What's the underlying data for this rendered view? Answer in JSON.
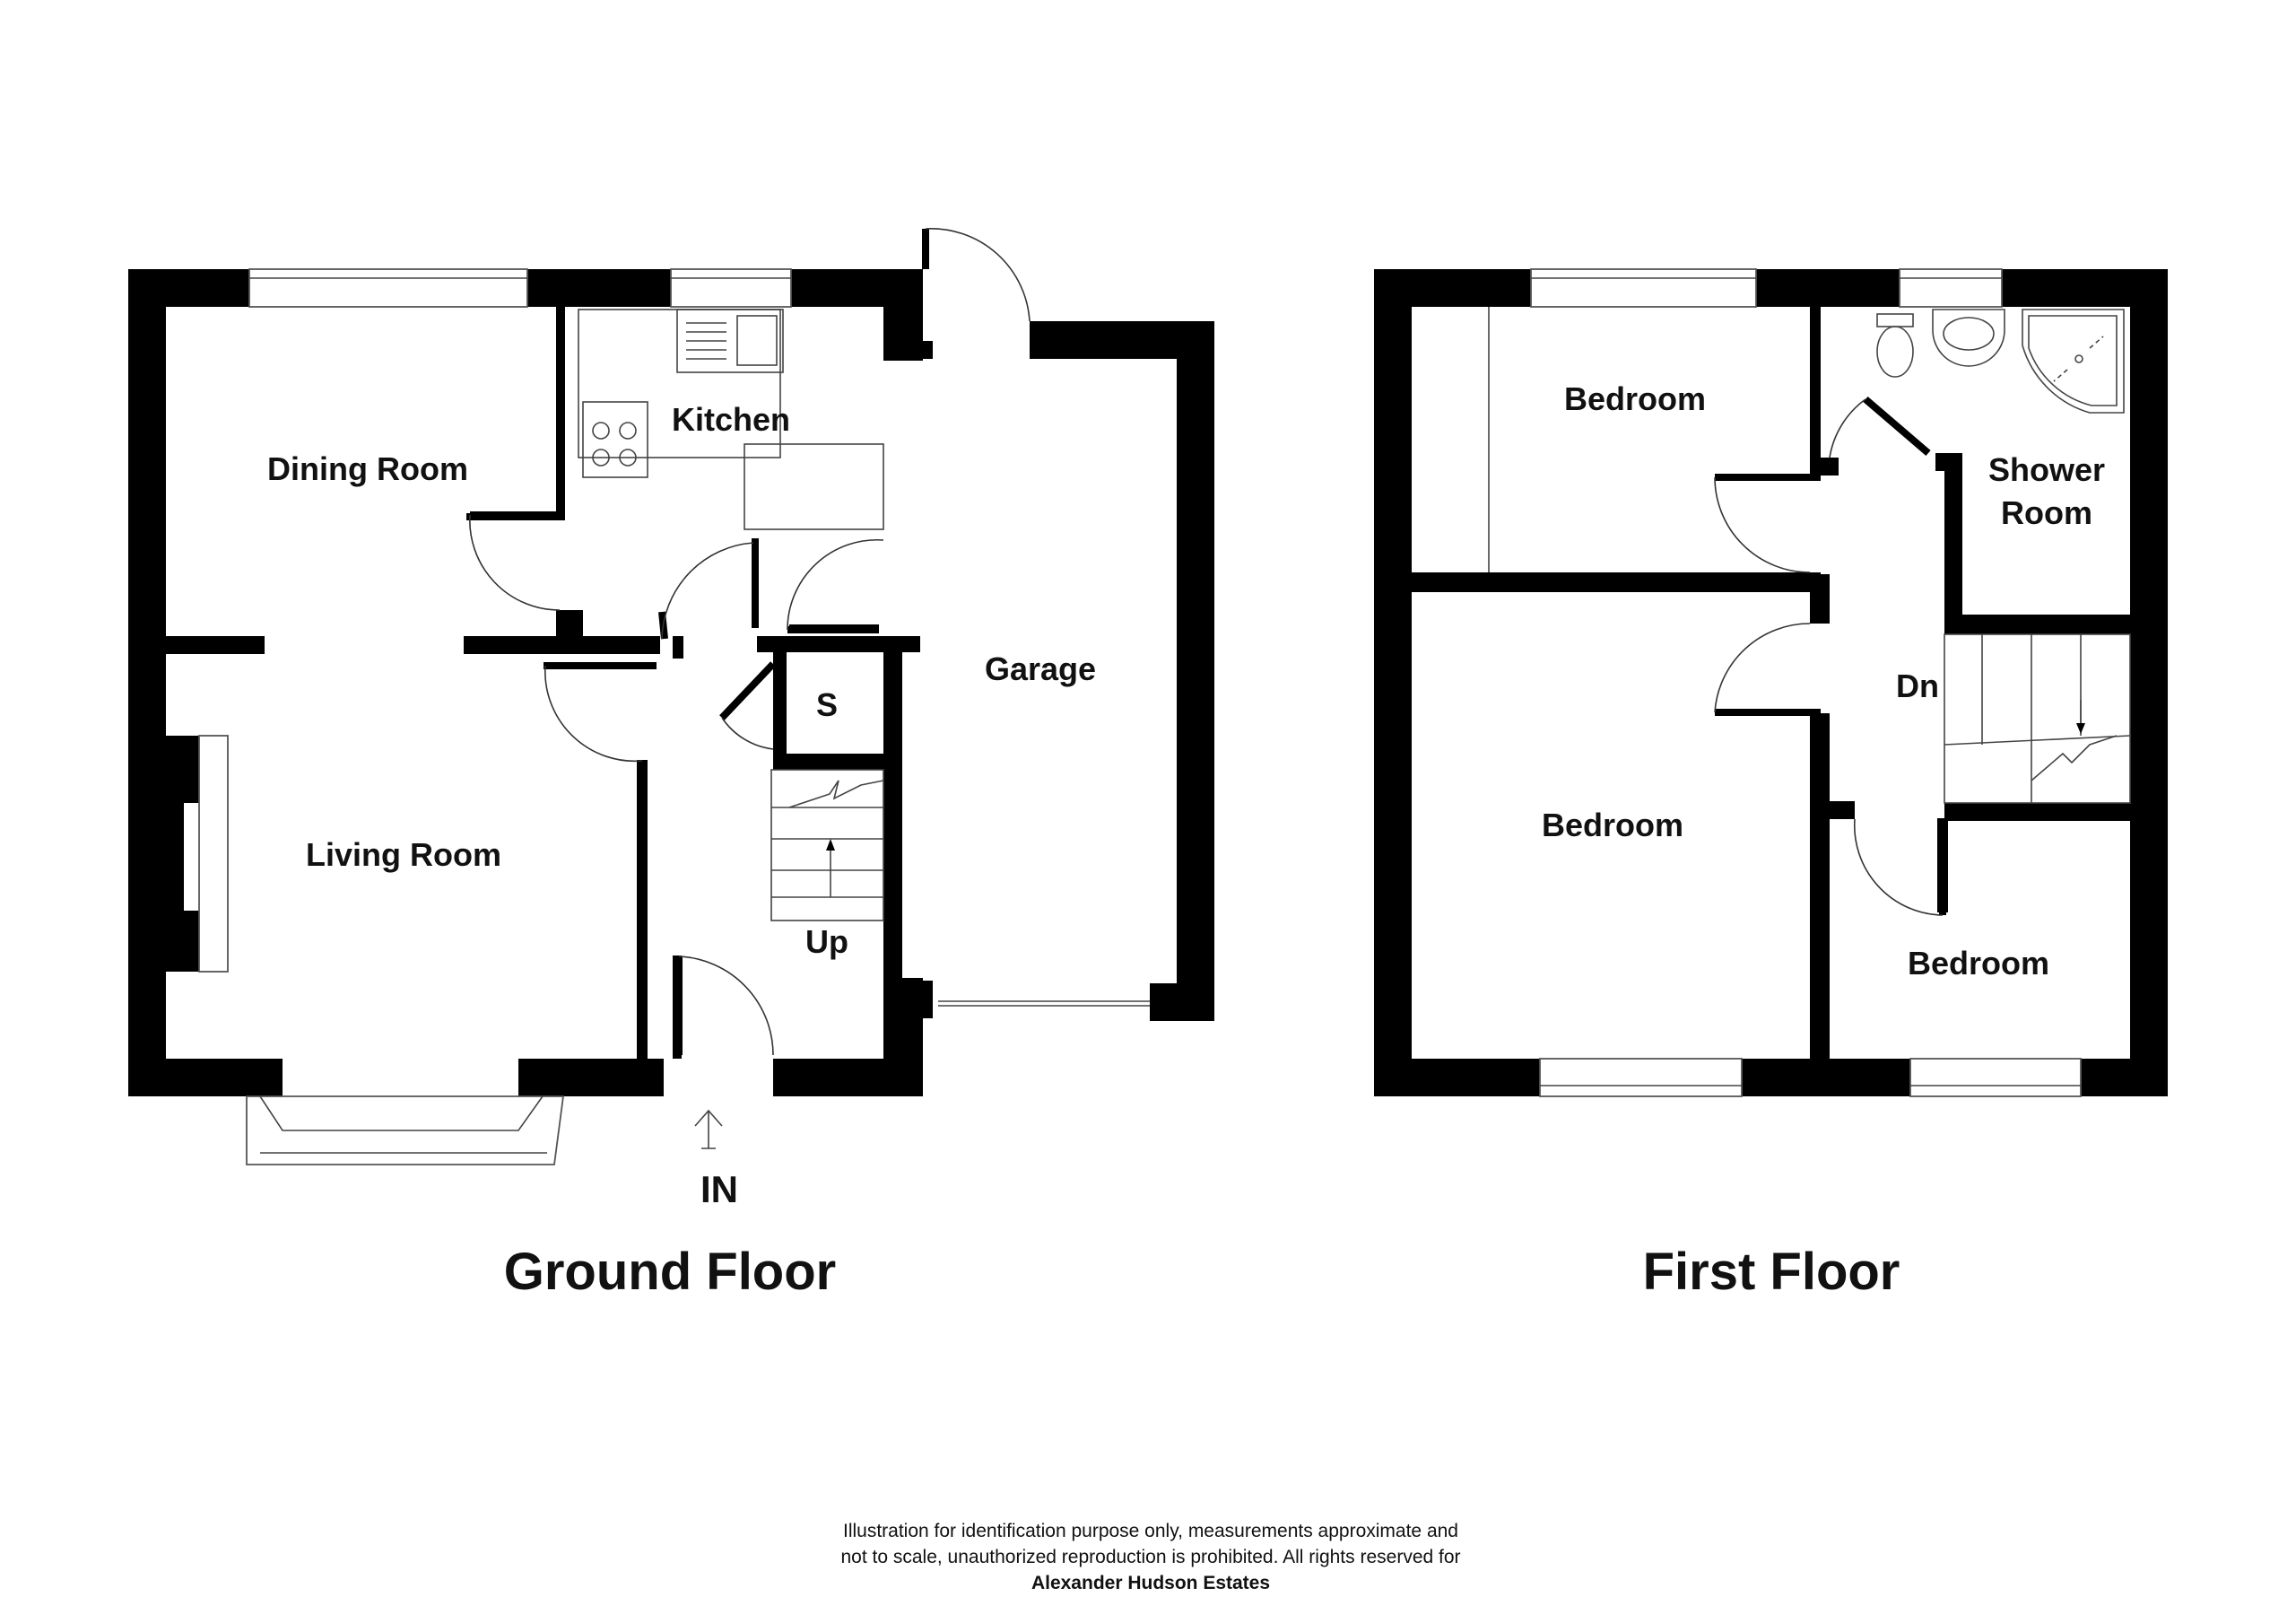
{
  "ground_floor": {
    "title": "Ground Floor",
    "rooms": {
      "dining": "Dining Room",
      "kitchen": "Kitchen",
      "garage": "Garage",
      "living": "Living Room",
      "store": "S",
      "stairs": "Up",
      "entrance": "IN"
    }
  },
  "first_floor": {
    "title": "First Floor",
    "rooms": {
      "bedroom_1": "Bedroom",
      "shower_line1": "Shower",
      "shower_line2": "Room",
      "landing": "Dn",
      "bedroom_2": "Bedroom",
      "bedroom_3": "Bedroom"
    }
  },
  "disclaimer": {
    "line1": "Illustration for identification purpose only, measurements approximate and",
    "line2": "not to scale, unauthorized reproduction is prohibited. All rights reserved for",
    "line3": "Alexander Hudson Estates"
  }
}
